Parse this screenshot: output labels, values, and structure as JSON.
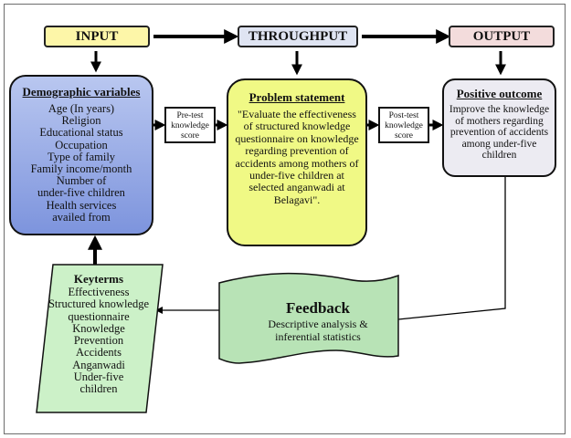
{
  "headers": {
    "input": "INPUT",
    "throughput": "THROUGHPUT",
    "output": "OUTPUT"
  },
  "input_box": {
    "title": "Demographic variables",
    "lines": [
      "Age (In years)",
      "Religion",
      "Educational status",
      "Occupation",
      "Type of family",
      "Family income/month",
      "Number of",
      "under-five children",
      "Health services",
      "availed from"
    ]
  },
  "pretest_label": [
    "Pre-test",
    "knowledge",
    "score"
  ],
  "problem_box": {
    "title": "Problem statement",
    "text": "\"Evaluate the effectiveness of structured knowledge questionnaire on knowledge regarding prevention of accidents among mothers of under-five children at selected anganwadi at Belagavi\"."
  },
  "posttest_label": [
    "Post-test",
    "knowledge",
    "score"
  ],
  "output_box": {
    "title": "Positive outcome",
    "text": "Improve the knowledge of mothers regarding prevention of accidents among under-five children"
  },
  "feedback": {
    "title": "Feedback",
    "lines": [
      "Descriptive analysis &",
      "inferential statistics"
    ]
  },
  "keyterms": {
    "title": "Keyterms",
    "lines": [
      "Effectiveness",
      "Structured knowledge",
      "questionnaire",
      "Knowledge",
      "Prevention",
      "Accidents",
      "Anganwadi",
      "Under-five",
      "children"
    ]
  },
  "colors": {
    "input_header": "#fdf6a8",
    "throughput_header": "#dfe4f2",
    "output_header": "#f3dcdc",
    "demographic_fill": "#8ea2e2",
    "problem_fill": "#f0f985",
    "outcome_fill": "#ecebf2",
    "feedback_fill": "#b8e3b6",
    "keyterms_fill": "#ccf1c8"
  }
}
